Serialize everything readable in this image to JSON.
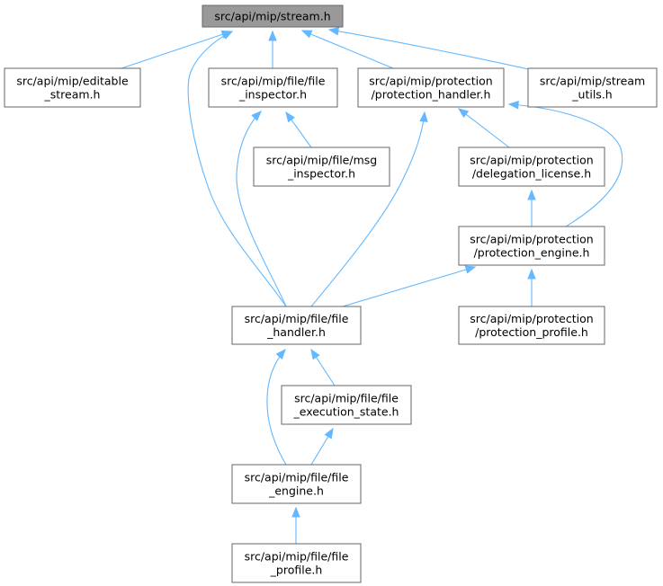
{
  "graph": {
    "title": "src/api/mip/stream.h",
    "nodes": {
      "stream": [
        "src/api/mip/stream.h"
      ],
      "editable_stream": [
        "src/api/mip/editable",
        "_stream.h"
      ],
      "file_inspector": [
        "src/api/mip/file/file",
        "_inspector.h"
      ],
      "protection_handler": [
        "src/api/mip/protection",
        "/protection_handler.h"
      ],
      "stream_utils": [
        "src/api/mip/stream",
        "_utils.h"
      ],
      "msg_inspector": [
        "src/api/mip/file/msg",
        "_inspector.h"
      ],
      "delegation_license": [
        "src/api/mip/protection",
        "/delegation_license.h"
      ],
      "protection_engine": [
        "src/api/mip/protection",
        "/protection_engine.h"
      ],
      "file_handler": [
        "src/api/mip/file/file",
        "_handler.h"
      ],
      "protection_profile": [
        "src/api/mip/protection",
        "/protection_profile.h"
      ],
      "file_execution_state": [
        "src/api/mip/file/file",
        "_execution_state.h"
      ],
      "file_engine": [
        "src/api/mip/file/file",
        "_engine.h"
      ],
      "file_profile": [
        "src/api/mip/file/file",
        "_profile.h"
      ]
    },
    "edges": [
      {
        "from": "editable_stream",
        "to": "stream"
      },
      {
        "from": "file_inspector",
        "to": "stream"
      },
      {
        "from": "protection_handler",
        "to": "stream"
      },
      {
        "from": "stream_utils",
        "to": "stream"
      },
      {
        "from": "file_handler",
        "to": "stream"
      },
      {
        "from": "msg_inspector",
        "to": "file_inspector"
      },
      {
        "from": "file_handler",
        "to": "file_inspector"
      },
      {
        "from": "delegation_license",
        "to": "protection_handler"
      },
      {
        "from": "protection_engine",
        "to": "protection_handler"
      },
      {
        "from": "file_handler",
        "to": "protection_handler"
      },
      {
        "from": "protection_engine",
        "to": "delegation_license"
      },
      {
        "from": "file_handler",
        "to": "protection_engine"
      },
      {
        "from": "protection_profile",
        "to": "protection_engine"
      },
      {
        "from": "file_execution_state",
        "to": "file_handler"
      },
      {
        "from": "file_engine",
        "to": "file_handler"
      },
      {
        "from": "file_engine",
        "to": "file_execution_state"
      },
      {
        "from": "file_profile",
        "to": "file_engine"
      }
    ]
  },
  "colors": {
    "edge": "#63b8ff",
    "node_border": "#666666",
    "root_fill": "#999999",
    "node_fill": "#ffffff"
  }
}
